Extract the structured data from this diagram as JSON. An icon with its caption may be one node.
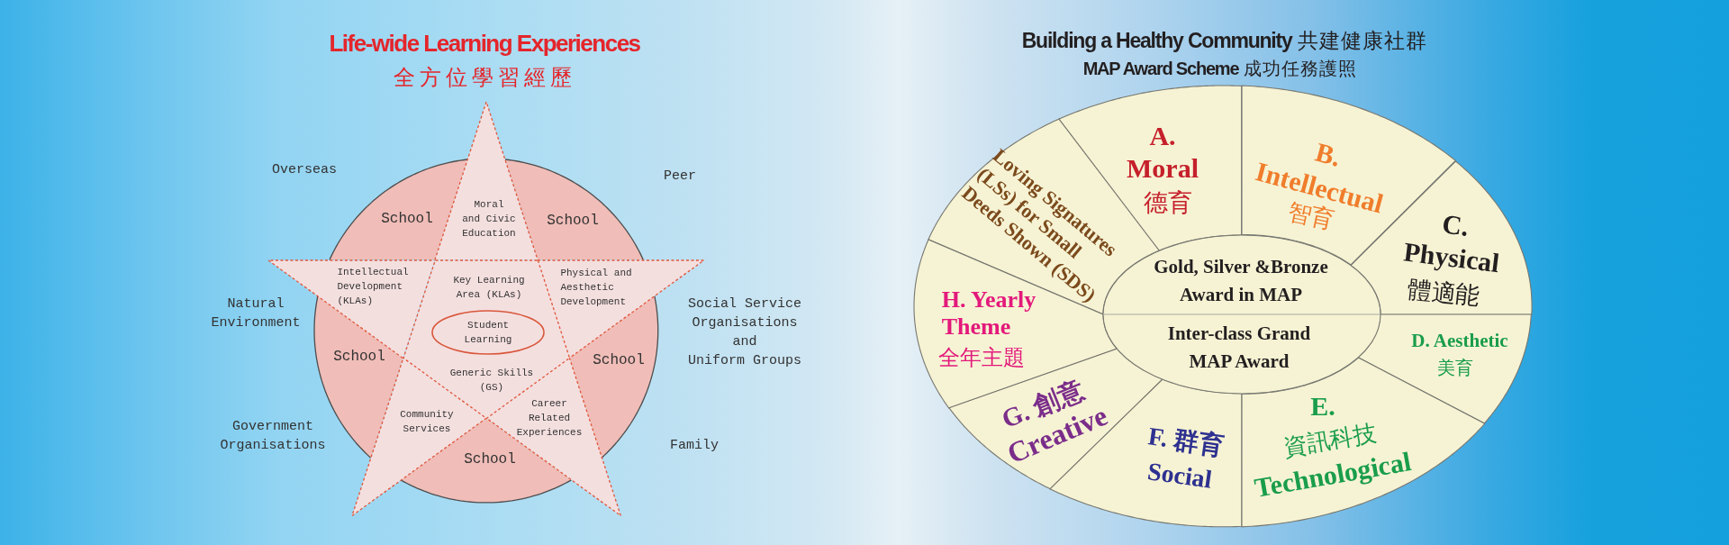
{
  "diagram": {
    "nodes": [
      {
        "text": [
          "School"
        ]
      },
      {
        "text": [
          "Moral and Civic Education"
        ]
      },
      {
        "text": [
          "School"
        ]
      },
      {
        "text": [
          "Intellectual Development (KLAs)"
        ]
      },
      {
        "text": [
          "Key Learning Area (KLAs)",
          "Generic Skills (GS)"
        ]
      },
      {
        "text": [
          "Physical and Aesthetic Development"
        ]
      },
      {
        "text": [
          "Student Learning"
        ],
        "in": 4
      },
      {
        "text": [
          "School"
        ]
      },
      {
        "text": [
          "School"
        ]
      },
      {
        "text": [
          "Community Services"
        ]
      },
      {
        "text": [
          "Career Related Experiences"
        ]
      },
      {
        "text": [
          "School"
        ]
      },
      {
        "text": [
          "Loving Signatures (LSs) for Small Deeds Shown (SDS)"
        ]
      },
      {
        "text": [
          "A. Moral",
          "德育"
        ]
      },
      {
        "text": [
          "B. Intellectual",
          "智育"
        ]
      },
      {
        "text": [
          "C. Physical",
          "體適能"
        ]
      },
      {
        "text": [
          "H. Yearly Theme",
          "全年主題"
        ]
      },
      {
        "text": [
          "Gold, Silver &Bronze Award in MAP",
          "Inter-class Grand MAP Award"
        ]
      },
      {
        "text": [
          "D. Aesthetic",
          "美育"
        ]
      },
      {
        "text": [
          "G. 創意",
          "Creative"
        ]
      },
      {
        "text": [
          "F. 群育",
          "Social"
        ]
      },
      {
        "text": [
          "E.",
          "資訊科技",
          "Technological"
        ]
      }
    ],
    "labels": [
      "Life-wide Learning Experiences",
      "全方位學習經歷",
      "**Building a Healthy Community** 共建健康社群",
      "**MAP Award Scheme** 成功任務護照",
      "Overseas",
      "Peer",
      "Natural Environment",
      "Social Service Organisations and Uniform Groups",
      "Government Organisations",
      "Family"
    ]
  }
}
